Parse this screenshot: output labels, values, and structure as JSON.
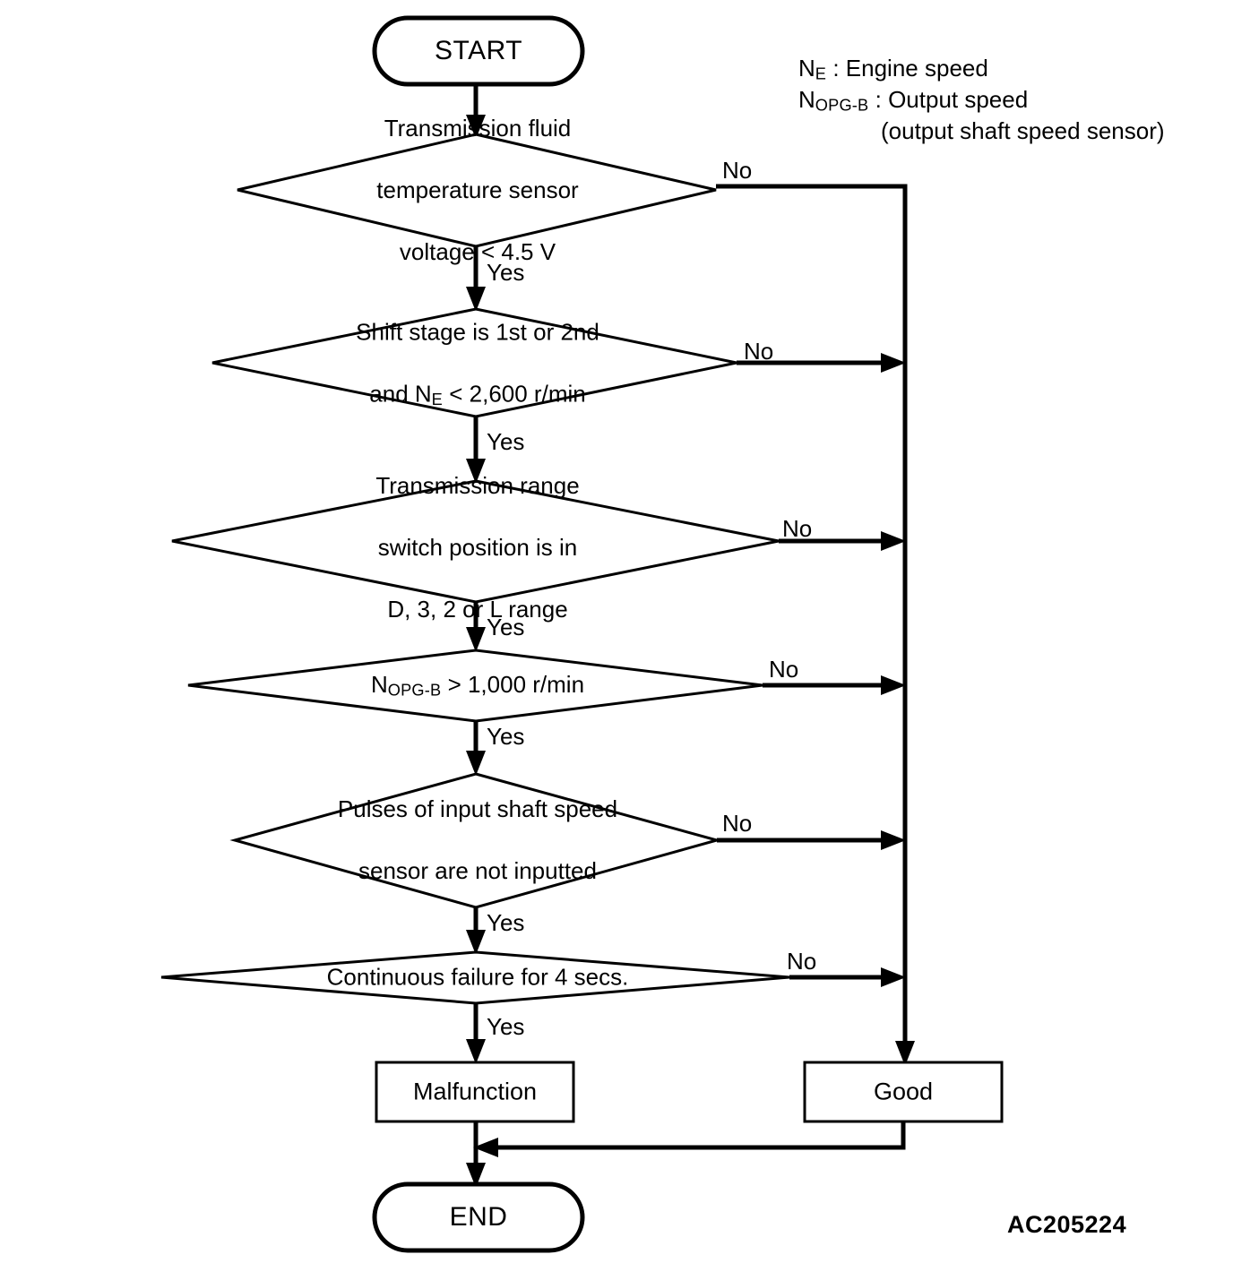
{
  "diagram": {
    "title": "Automatic transmission diagnostic logic flowchart",
    "reference_code": "AC205224",
    "legend": {
      "line1_symbol": "N",
      "line1_subscript": "E",
      "line1_text": " : Engine speed",
      "line2_symbol": "N",
      "line2_subscript": "OPG-B",
      "line2_text": " : Output speed",
      "line3_text": "(output shaft speed sensor)"
    },
    "start": {
      "label": "START"
    },
    "end": {
      "label": "END"
    },
    "decisions": [
      {
        "id": "d1",
        "line1": "Transmission fluid",
        "line2": "temperature sensor",
        "line3": "voltage < 4.5 V",
        "yes_label": "Yes",
        "no_label": "No"
      },
      {
        "id": "d2",
        "line1": "Shift stage is 1st or 2nd",
        "line2_pre": "and N",
        "line2_sub": "E",
        "line2_post": " < 2,600 r/min",
        "yes_label": "Yes",
        "no_label": "No"
      },
      {
        "id": "d3",
        "line1": "Transmission range",
        "line2": "switch position is in",
        "line3": "D, 3, 2 or L range",
        "yes_label": "Yes",
        "no_label": "No"
      },
      {
        "id": "d4",
        "line1_pre": "N",
        "line1_sub": "OPG-B",
        "line1_post": " > 1,000 r/min",
        "yes_label": "Yes",
        "no_label": "No"
      },
      {
        "id": "d5",
        "line1": "Pulses of input shaft speed",
        "line2": "sensor are not inputted",
        "yes_label": "Yes",
        "no_label": "No"
      },
      {
        "id": "d6",
        "line1": "Continuous failure for 4 secs.",
        "yes_label": "Yes",
        "no_label": "No"
      }
    ],
    "outcomes": {
      "malfunction": "Malfunction",
      "good": "Good"
    },
    "colors": {
      "stroke": "#000000",
      "fill": "#ffffff",
      "text": "#000000"
    }
  }
}
